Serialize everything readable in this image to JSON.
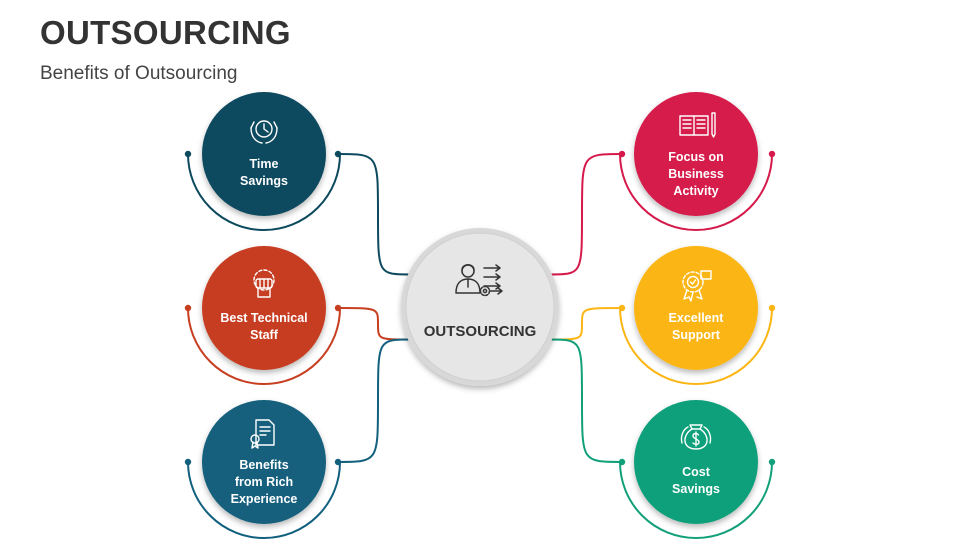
{
  "slide": {
    "title": "OUTSOURCING",
    "subtitle": "Benefits of Outsourcing"
  },
  "center": {
    "label": "OUTSOURCING",
    "icon": "person-with-arrows-gear-icon",
    "fill": "#e6e6e6"
  },
  "nodes": [
    {
      "id": "time-savings",
      "lines": [
        "Time",
        "Savings"
      ],
      "color": "#0d4a5e",
      "icon": "clock-in-hands-icon"
    },
    {
      "id": "best-technical-staff",
      "lines": [
        "Best Technical",
        "Staff"
      ],
      "color": "#c73e21",
      "icon": "fist-gear-icon"
    },
    {
      "id": "benefits-from-rich-experience",
      "lines": [
        "Benefits",
        "from Rich",
        "Experience"
      ],
      "color": "#12607e",
      "icon": "certificate-icon"
    },
    {
      "id": "focus-on-business-activity",
      "lines": [
        "Focus on",
        "Business",
        "Activity"
      ],
      "color": "#d51a4b",
      "icon": "open-book-icon"
    },
    {
      "id": "excellent-support",
      "lines": [
        "Excellent",
        "Support"
      ],
      "color": "#fbb616",
      "icon": "award-badge-icon"
    },
    {
      "id": "cost-savings",
      "lines": [
        "Cost",
        "Savings"
      ],
      "color": "#11a07a",
      "icon": "money-bag-icon"
    }
  ]
}
